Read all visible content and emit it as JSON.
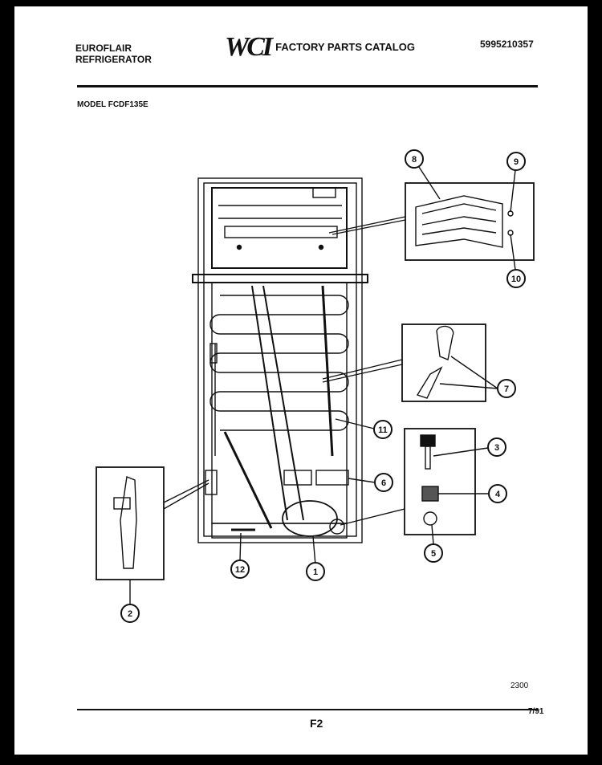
{
  "header": {
    "brand_line1": "EUROFLAIR",
    "brand_line2": "REFRIGERATOR",
    "logo": "WCI",
    "catalog_title": "FACTORY PARTS CATALOG",
    "part_number": "5995210357",
    "model": "MODEL FCDF135E"
  },
  "footer": {
    "diagram_code": "2300",
    "page_code": "F2",
    "date": "7/91"
  },
  "callouts": [
    "1",
    "2",
    "3",
    "4",
    "5",
    "6",
    "7",
    "8",
    "9",
    "10",
    "11",
    "12"
  ]
}
